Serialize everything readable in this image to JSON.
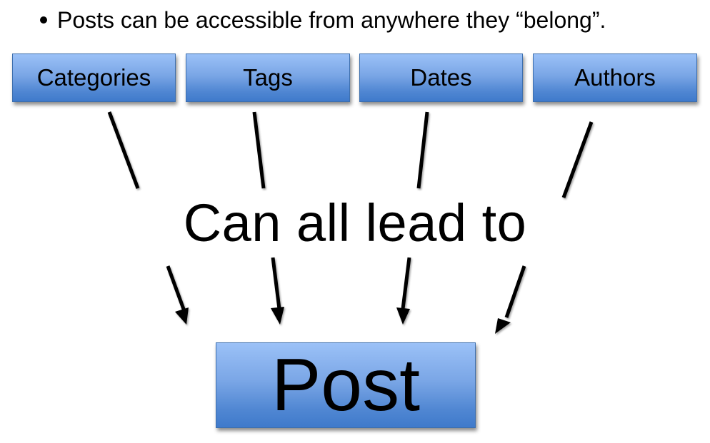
{
  "bullet": {
    "text": "Posts can be accessible from anywhere they “belong”."
  },
  "sources": [
    {
      "label": "Categories"
    },
    {
      "label": "Tags"
    },
    {
      "label": "Dates"
    },
    {
      "label": "Authors"
    }
  ],
  "middle_text": "Can all lead to",
  "target": {
    "label": "Post"
  },
  "colors": {
    "box_top": "#9bc1f7",
    "box_bottom": "#3f7acb",
    "box_border": "#3d6fae",
    "line": "#000000"
  }
}
